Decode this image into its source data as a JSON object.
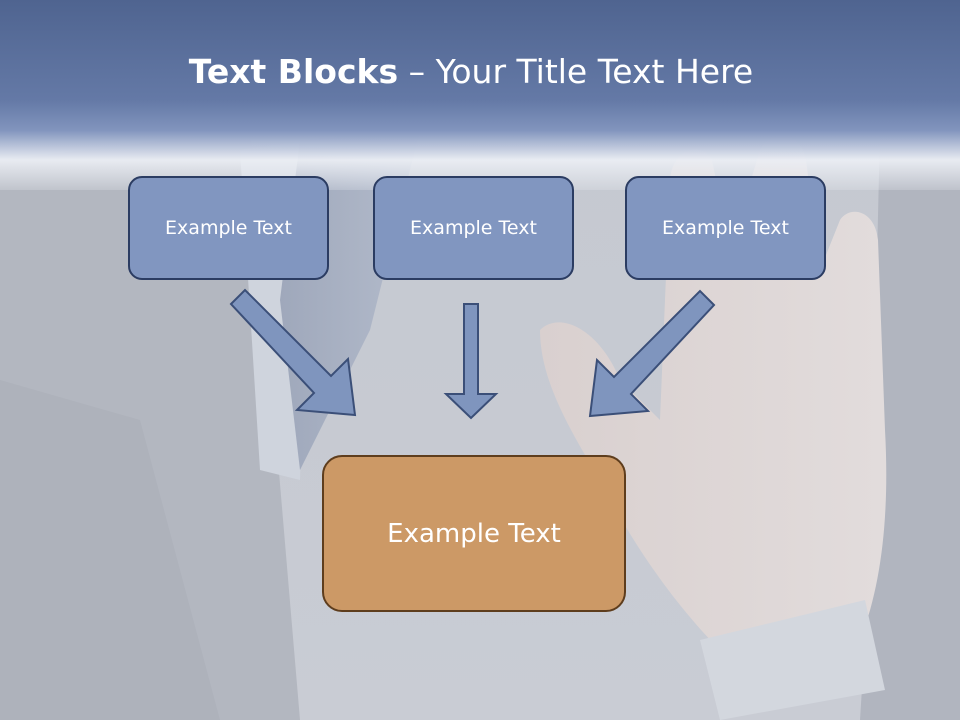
{
  "slide": {
    "title_bold": "Text Blocks",
    "title_dash": " – ",
    "title_rest": "Your Title Text Here",
    "blocks": [
      {
        "label": "Example Text"
      },
      {
        "label": "Example Text"
      },
      {
        "label": "Example Text"
      }
    ],
    "target_block": {
      "label": "Example Text"
    }
  },
  "colors": {
    "title_band": "#5a6f9c",
    "block_fill": "#8196c0",
    "block_border": "#2b3c62",
    "target_fill": "#cc9966",
    "target_border": "#5e3d1d",
    "arrow_fill": "#7f95be",
    "arrow_stroke": "#3b4f78"
  }
}
